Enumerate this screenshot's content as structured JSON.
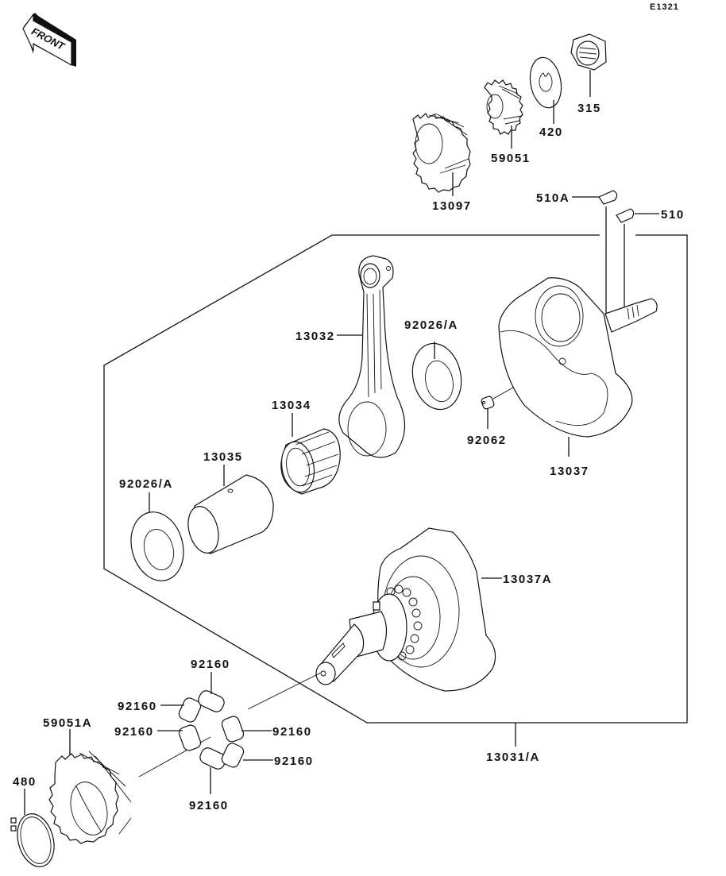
{
  "diagram": {
    "code": "E1321",
    "front_label": "FRONT",
    "parts": [
      {
        "id": "p315",
        "label": "315",
        "name": "nut"
      },
      {
        "id": "p420",
        "label": "420",
        "name": "lock-washer"
      },
      {
        "id": "p59051",
        "label": "59051",
        "name": "gear-small"
      },
      {
        "id": "p13097",
        "label": "13097",
        "name": "gear-primary"
      },
      {
        "id": "p510A",
        "label": "510A",
        "name": "woodruff-key-a"
      },
      {
        "id": "p510",
        "label": "510",
        "name": "woodruff-key"
      },
      {
        "id": "p13032",
        "label": "13032",
        "name": "connecting-rod"
      },
      {
        "id": "p92026A_top",
        "label": "92026/A",
        "name": "thrust-washer-right"
      },
      {
        "id": "p92062",
        "label": "92062",
        "name": "dowel-pin"
      },
      {
        "id": "p13037",
        "label": "13037",
        "name": "crank-flywheel-right"
      },
      {
        "id": "p13034",
        "label": "13034",
        "name": "needle-bearing"
      },
      {
        "id": "p13035",
        "label": "13035",
        "name": "crank-pin"
      },
      {
        "id": "p92026A_left",
        "label": "92026/A",
        "name": "thrust-washer-left"
      },
      {
        "id": "p13037A",
        "label": "13037A",
        "name": "crank-flywheel-left"
      },
      {
        "id": "p13031A",
        "label": "13031/A",
        "name": "crankshaft-assembly"
      },
      {
        "id": "p59051A",
        "label": "59051A",
        "name": "balancer-drive-gear"
      },
      {
        "id": "p480",
        "label": "480",
        "name": "circlip"
      },
      {
        "id": "p92160_top",
        "label": "92160",
        "name": "damper-top"
      },
      {
        "id": "p92160_ul",
        "label": "92160",
        "name": "damper-upper-left"
      },
      {
        "id": "p92160_ml",
        "label": "92160",
        "name": "damper-mid-left"
      },
      {
        "id": "p92160_r",
        "label": "92160",
        "name": "damper-right"
      },
      {
        "id": "p92160_lr",
        "label": "92160",
        "name": "damper-lower-right"
      },
      {
        "id": "p92160_b",
        "label": "92160",
        "name": "damper-bottom"
      }
    ]
  }
}
